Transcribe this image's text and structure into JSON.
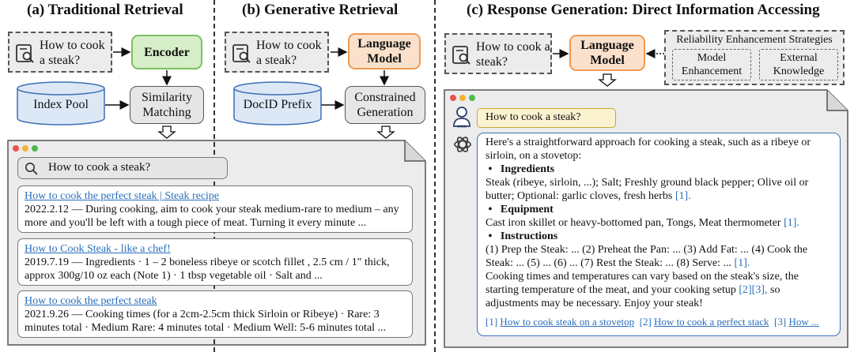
{
  "panels": {
    "a": {
      "title": "(a) Traditional Retrieval",
      "query": "How to cook a steak?",
      "encoder": "Encoder",
      "index_pool": "Index Pool",
      "matching": "Similarity Matching",
      "search_box": "How to cook a steak?",
      "results": [
        {
          "title": "How to cook the perfect steak | Steak recipe",
          "snippet": "2022.2.12 — During cooking, aim to cook your steak medium-rare to medium – any more and you'll be left with a tough piece of meat. Turning it every minute ..."
        },
        {
          "title": "How to Cook Steak - like a chef!",
          "snippet": "2019.7.19 — Ingredients · 1 – 2 boneless ribeye or scotch fillet , 2.5 cm / 1″ thick, approx 300g/10 oz each (Note 1) · 1 tbsp vegetable oil · Salt and ..."
        },
        {
          "title": "How to cook the perfect steak",
          "snippet": "2021.9.26 — Cooking times (for a 2cm-2.5cm thick Sirloin or Ribeye) · Rare: 3 minutes total · Medium Rare: 4 minutes total · Medium Well: 5-6 minutes total ..."
        }
      ]
    },
    "b": {
      "title": "(b) Generative Retrieval",
      "query": "How to cook a steak?",
      "model": "Language Model",
      "docid": "DocID Prefix",
      "generation": "Constrained Generation"
    },
    "c": {
      "title": "(c) Response Generation: Direct Information Accessing",
      "query": "How to cook a steak?",
      "model": "Language Model",
      "strategies_title": "Reliability Enhancement Strategies",
      "strategy_1": "Model Enhancement",
      "strategy_2": "External Knowledge",
      "user_msg": "How to cook a steak?",
      "answer": {
        "intro": "Here's a straightforward approach for cooking a steak, such as a ribeye or sirloin, on a stovetop:",
        "h1": "Ingredients",
        "p1": "Steak (ribeye, sirloin, ...); Salt; Freshly ground black pepper; Olive oil or butter; Optional: garlic cloves, fresh herbs",
        "p1_cite": "[1].",
        "h2": "Equipment",
        "p2": "Cast iron skillet or heavy-bottomed pan, Tongs, Meat thermometer",
        "p2_cite": "[1].",
        "h3": "Instructions",
        "p3": "(1) Prep the Steak: ... (2) Preheat the Pan: ... (3) Add Fat: ... (4) Cook the Steak: ... (5) ... (6) ... (7) Rest the Steak: ... (8) Serve: ...",
        "p3_cite": "[1].",
        "p4": "Cooking times and temperatures can vary based on the steak's size, the starting temperature of the meat, and your cooking setup",
        "p4_cite": "[2][3],",
        "p4_end": "so adjustments may be necessary. Enjoy your steak!",
        "refs": [
          {
            "num": "[1]",
            "text": "How to cook steak on a stovetop"
          },
          {
            "num": "[2]",
            "text": "How to cook a perfect stack"
          },
          {
            "num": "[3]",
            "text": "How ..."
          }
        ]
      }
    }
  },
  "colors": {
    "encoder_fill": "#d6efc8",
    "encoder_border": "#7cc05e",
    "model_fill": "#fbe1cc",
    "model_border": "#ee9a55",
    "db_fill": "#dde8f6",
    "db_border": "#3a70b5",
    "link": "#2a6ebb"
  },
  "icons": [
    "search-doc-icon",
    "database-icon",
    "hollow-down-arrow-icon",
    "user-icon",
    "chatgpt-logo-icon",
    "search-icon",
    "window-dots-icon"
  ]
}
